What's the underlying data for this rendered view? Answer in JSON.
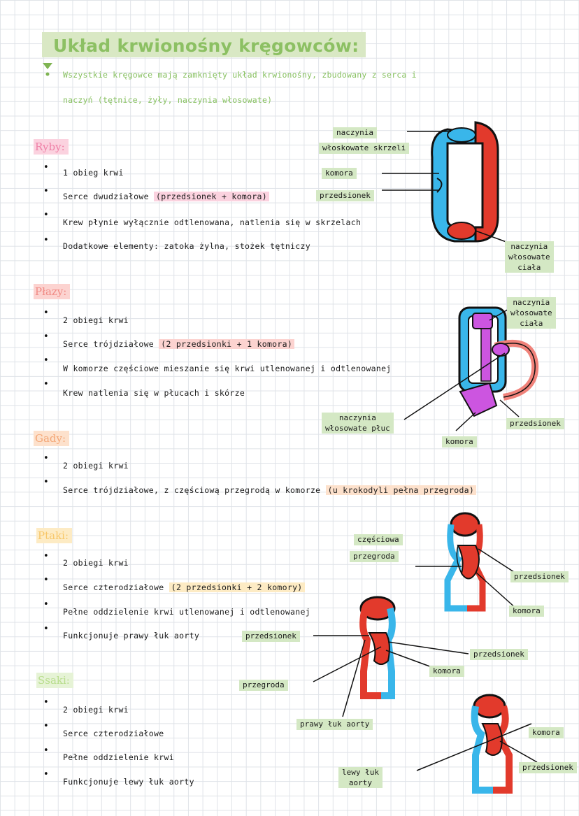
{
  "title": "Układ krwionośny kręgowców:",
  "intro": {
    "line1": "Wszystkie kręgowce mają zamknięty układ krwionośny, zbudowany z serca i",
    "line2": "naczyń (tętnice, żyły, naczynia włosowate)"
  },
  "colors": {
    "title_bg": "#d9e8c4",
    "title_text": "#8cc063",
    "label_bg": "#d4e8c4",
    "fish": "#ee7fa6",
    "fish_bg": "#fbd2df",
    "amphibian": "#f08a84",
    "amphibian_bg": "#fcd3d0",
    "reptile": "#f3a676",
    "reptile_bg": "#fde1cc",
    "bird": "#f7c76a",
    "bird_bg": "#fdebc4",
    "mammal": "#b8dd8d",
    "mammal_bg": "#e6f3d6",
    "oxygenated": "#e23a2c",
    "deoxygenated": "#39b6ea",
    "mixed": "#cc55e0",
    "lung": "#f0827a"
  },
  "sections": {
    "fish": {
      "heading": "Ryby:",
      "items": [
        "1 obieg krwi",
        "Serce dwudziałowe",
        "Krew płynie wyłącznie odtlenowana, natlenia się w skrzelach",
        "Dodatkowe elementy: zatoka żylna, stożek tętniczy"
      ],
      "highlight": "(przedsionek + komora)"
    },
    "amphibian": {
      "heading": "Płazy:",
      "items": [
        "2 obiegi krwi",
        "Serce trójdziałowe",
        "W komorze częściowe mieszanie się krwi utlenowanej i odtlenowanej",
        "Krew natlenia się w płucach i skórze"
      ],
      "highlight": "(2 przedsionki + 1 komora)"
    },
    "reptile": {
      "heading": "Gady:",
      "items": [
        "2 obiegi krwi",
        "Serce trójdziałowe, z częściową przegrodą w komorze"
      ],
      "highlight": "(u krokodyli pełna przegroda)"
    },
    "bird": {
      "heading": "Ptaki:",
      "items": [
        "2 obiegi krwi",
        "Serce czterodziałowe",
        "Pełne oddzielenie krwi utlenowanej i odtlenowanej",
        "Funkcjonuje prawy łuk aorty"
      ],
      "highlight": "(2 przedsionki + 2 komory)"
    },
    "mammal": {
      "heading": "Ssaki:",
      "items": [
        "2 obiegi krwi",
        "Serce czterodziałowe",
        "Pełne oddzielenie krwi",
        "Funkcjonuje lewy łuk aorty"
      ]
    }
  },
  "labels": {
    "fish": {
      "gill_capillaries": [
        "naczynia",
        "włoskowate skrzeli"
      ],
      "ventricle": "komora",
      "atrium": "przedsionek",
      "body_capillaries": [
        "naczynia",
        "włosowate",
        "ciała"
      ]
    },
    "amphibian": {
      "body_capillaries": [
        "naczynia",
        "włosowate",
        "ciała"
      ],
      "lung_capillaries": [
        "naczynia",
        "włosowate płuc"
      ],
      "atrium": "przedsionek",
      "ventricle": "komora"
    },
    "bird": {
      "partial_septum": [
        "częściowa",
        "przegroda"
      ],
      "atrium_top": "przedsionek",
      "ventricle_top": "komora",
      "atrium_mid": "przedsionek",
      "atrium_right": "przedsionek",
      "ventricle_mid": "komora",
      "septum": "przegroda",
      "right_aorta": "prawy łuk aorty"
    },
    "mammal": {
      "ventricle": "komora",
      "atrium": "przedsionek",
      "left_aorta": [
        "lewy łuk",
        "aorty"
      ]
    }
  }
}
